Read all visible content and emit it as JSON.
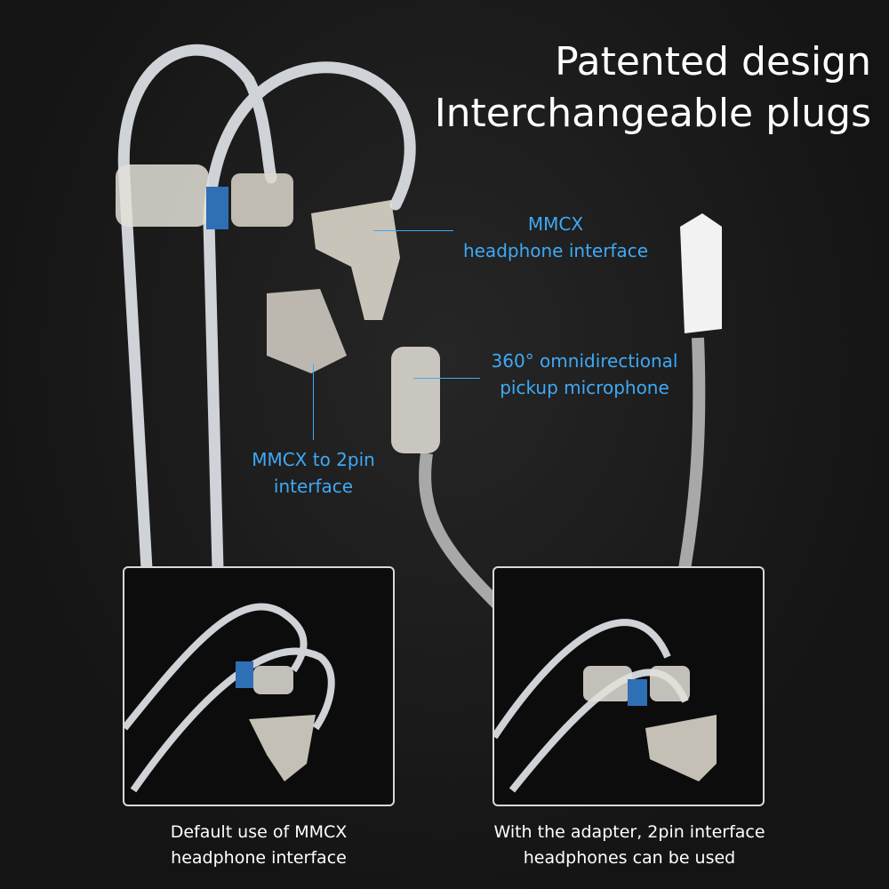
{
  "title": {
    "line1": "Patented design",
    "line2": "Interchangeable plugs"
  },
  "labels": {
    "mmcx": {
      "line1": "MMCX",
      "line2": "headphone interface"
    },
    "mic": {
      "line1": "360° omnidirectional",
      "line2": "pickup microphone"
    },
    "adapter": {
      "line1": "MMCX to 2pin",
      "line2": "interface"
    }
  },
  "panels": [
    {
      "caption1": "Default use of MMCX",
      "caption2": "headphone interface"
    },
    {
      "caption1": "With the adapter, 2pin interface",
      "caption2": "headphones can be used"
    }
  ],
  "colors": {
    "accent": "#3fa9f5",
    "background": "#161616"
  }
}
